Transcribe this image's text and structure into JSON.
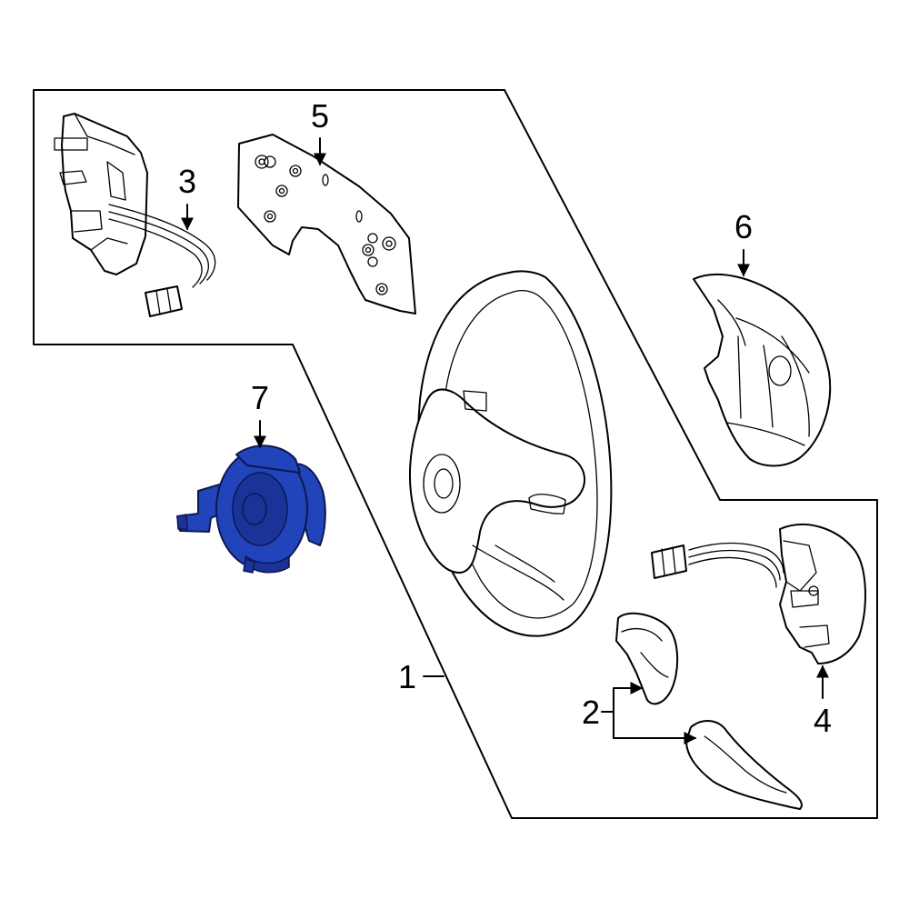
{
  "parts": {
    "p1": {
      "callout": "1"
    },
    "p2": {
      "callout": "2"
    },
    "p3": {
      "callout": "3"
    },
    "p4": {
      "callout": "4"
    },
    "p5": {
      "callout": "5"
    },
    "p6": {
      "callout": "6"
    },
    "p7": {
      "callout": "7",
      "highlighted": true
    }
  },
  "colors": {
    "highlight_fill": "#2244bb",
    "highlight_stroke": "#0d1850",
    "line": "#000000",
    "background": "#ffffff"
  }
}
